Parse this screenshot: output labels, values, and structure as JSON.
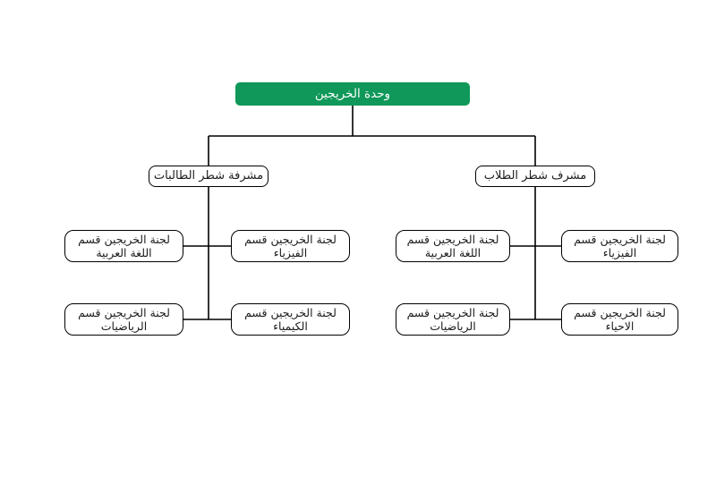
{
  "page": {
    "background": "#ffffff"
  },
  "colors": {
    "root_fill": "#0f9859",
    "root_text": "#ffffff",
    "box_fill": "#ffffff",
    "box_border": "#000000",
    "box_text": "#1c1c1c",
    "connector": "#000000"
  },
  "chart": {
    "type": "org-chart",
    "root": {
      "label": "وحدة الخريجين"
    },
    "branches": [
      {
        "supervisor": "مشرفة شطر الطالبات",
        "children": [
          "لجنة الخريجين قسم\nاللغة العربية",
          "لجنة الخريجين قسم\nالفيزياء",
          "لجنة الخريجين قسم\nالرياضيات",
          "لجنة الخريجين قسم\nالكيمياء"
        ]
      },
      {
        "supervisor": "مشرف شطر الطلاب",
        "children": [
          "لجنة الخريجين قسم\nاللغة العربية",
          "لجنة الخريجين قسم\nالفيزياء",
          "لجنة الخريجين قسم\nالرياضيات",
          "لجنة الخريجين قسم\nالاحياء"
        ]
      }
    ]
  }
}
